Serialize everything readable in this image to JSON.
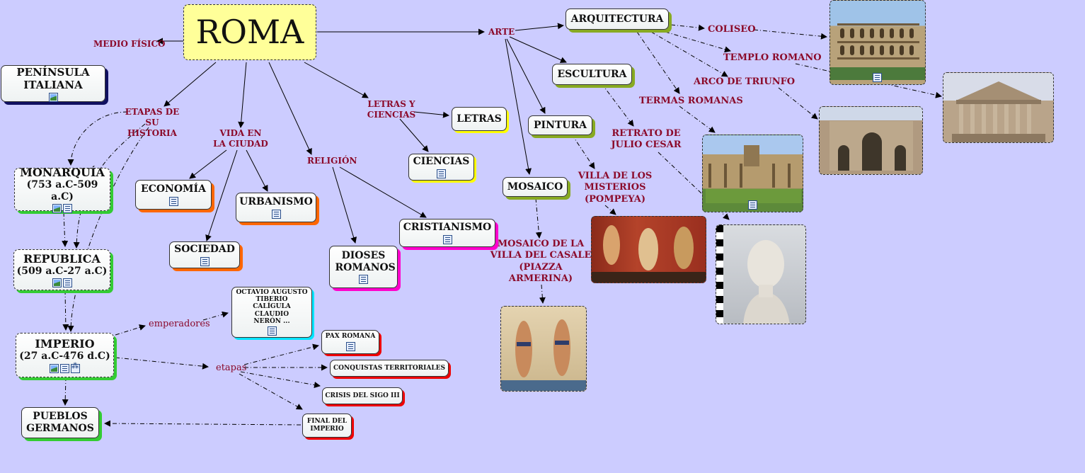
{
  "title": "ROMA",
  "nodes": {
    "peninsula": "PENÍNSULA ITALIANA",
    "monarquia": "MONARQUÍA",
    "monarquia_dates": "(753 a.C-509 a.C)",
    "republica": "REPUBLICA",
    "republica_dates": "(509 a.C-27 a.C)",
    "imperio": "IMPERIO",
    "imperio_dates": "(27 a.C-476 d.C)",
    "pueblos": "PUEBLOS GERMANOS",
    "economia": "ECONOMÍA",
    "sociedad": "SOCIEDAD",
    "urbanismo": "URBANISMO",
    "dioses": "DIOSES ROMANOS",
    "cristianismo": "CRISTIANISMO",
    "letras": "LETRAS",
    "ciencias": "CIENCIAS",
    "emperadores_list": [
      "OCTAVIO AUGUSTO",
      "TIBERIO",
      "CALÍGULA",
      "CLAUDIO",
      "NERÓN ..."
    ],
    "pax": "PAX ROMANA",
    "conquistas": "CONQUISTAS TERRITORIALES",
    "crisis": "CRISIS DEL SIGO III",
    "final": "FINAL DEL IMPERIO",
    "arquitectura": "ARQUITECTURA",
    "escultura": "ESCULTURA",
    "pintura": "PINTURA",
    "mosaico": "MOSAICO"
  },
  "labels": {
    "medio_fisico": "MEDIO FÍSICO",
    "etapas_historia": "ETAPAS DE SU HISTORIA",
    "vida_ciudad": "VIDA EN LA CIUDAD",
    "religion": "RELIGIÓN",
    "letras_ciencias": "LETRAS Y CIENCIAS",
    "arte": "ARTE",
    "emperadores": "emperadores",
    "etapas": "etapas",
    "coliseo": "COLISEO",
    "templo": "TEMPLO ROMANO",
    "arco": "ARCO DE TRIUNFO",
    "termas": "TERMAS ROMANAS",
    "retrato": "RETRATO DE JULIO CESAR",
    "villa": "VILLA DE LOS MISTERIOS (POMPEYA)",
    "mosaico_villa": "MOSAICO DE LA VILLA DEL CASALE (PIAZZA ARMERINA)"
  },
  "colors": {
    "background": "#ccccff",
    "label": "#8b0a2a",
    "title_fill": "#ffff99",
    "shadow_navy": "#101060",
    "shadow_green": "#33cc33",
    "shadow_orange": "#ff6600",
    "shadow_magenta": "#ff00cc",
    "shadow_yellow": "#ffff00",
    "shadow_red": "#ee0000",
    "shadow_cyan": "#00e5ff",
    "shadow_olive": "#88aa22"
  },
  "icons": [
    "image-icon",
    "document-icon",
    "tree-map-icon"
  ]
}
